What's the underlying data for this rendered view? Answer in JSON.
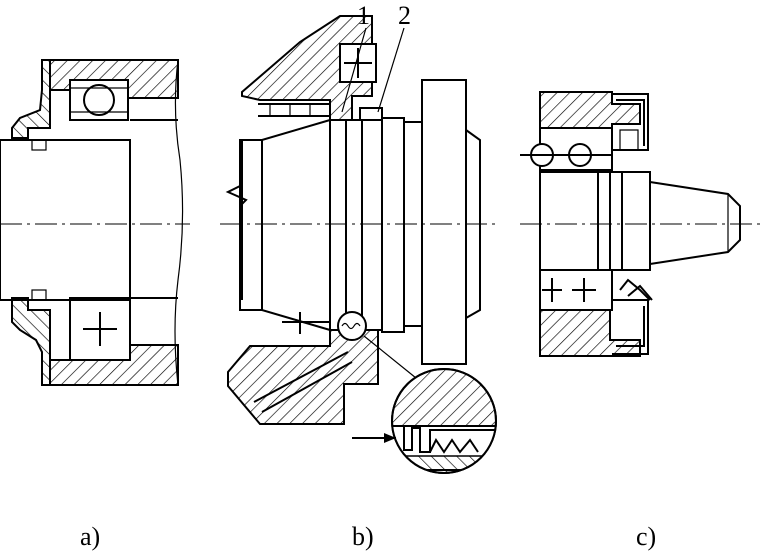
{
  "figure": {
    "callouts": [
      "1",
      "2"
    ],
    "captions": [
      "a)",
      "b)",
      "c)"
    ]
  }
}
